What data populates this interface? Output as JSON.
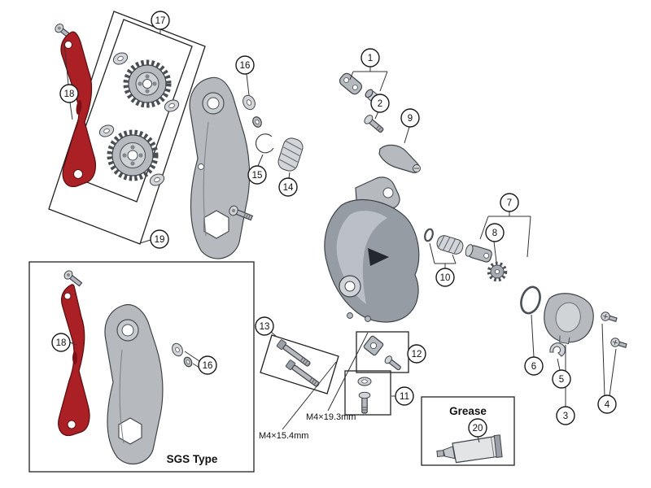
{
  "diagram": {
    "type": "exploded-parts-diagram",
    "callouts": {
      "n1": "1",
      "n2": "2",
      "n3": "3",
      "n4": "4",
      "n5": "5",
      "n6": "6",
      "n7": "7",
      "n8": "8",
      "n9": "9",
      "n10": "10",
      "n11": "11",
      "n12": "12",
      "n13": "13",
      "n14": "14",
      "n15": "15",
      "n16": "16",
      "n17": "17",
      "n18": "18",
      "n19": "19",
      "n20": "20"
    },
    "labels": {
      "sgs": "SGS Type",
      "grease": "Grease",
      "dim_long": "M4×19.3mm",
      "dim_short": "M4×15.4mm"
    },
    "colors": {
      "highlight_red": "#ab2024",
      "metal_gray": "#b6babf",
      "line_black": "#222222",
      "background": "#ffffff"
    }
  }
}
